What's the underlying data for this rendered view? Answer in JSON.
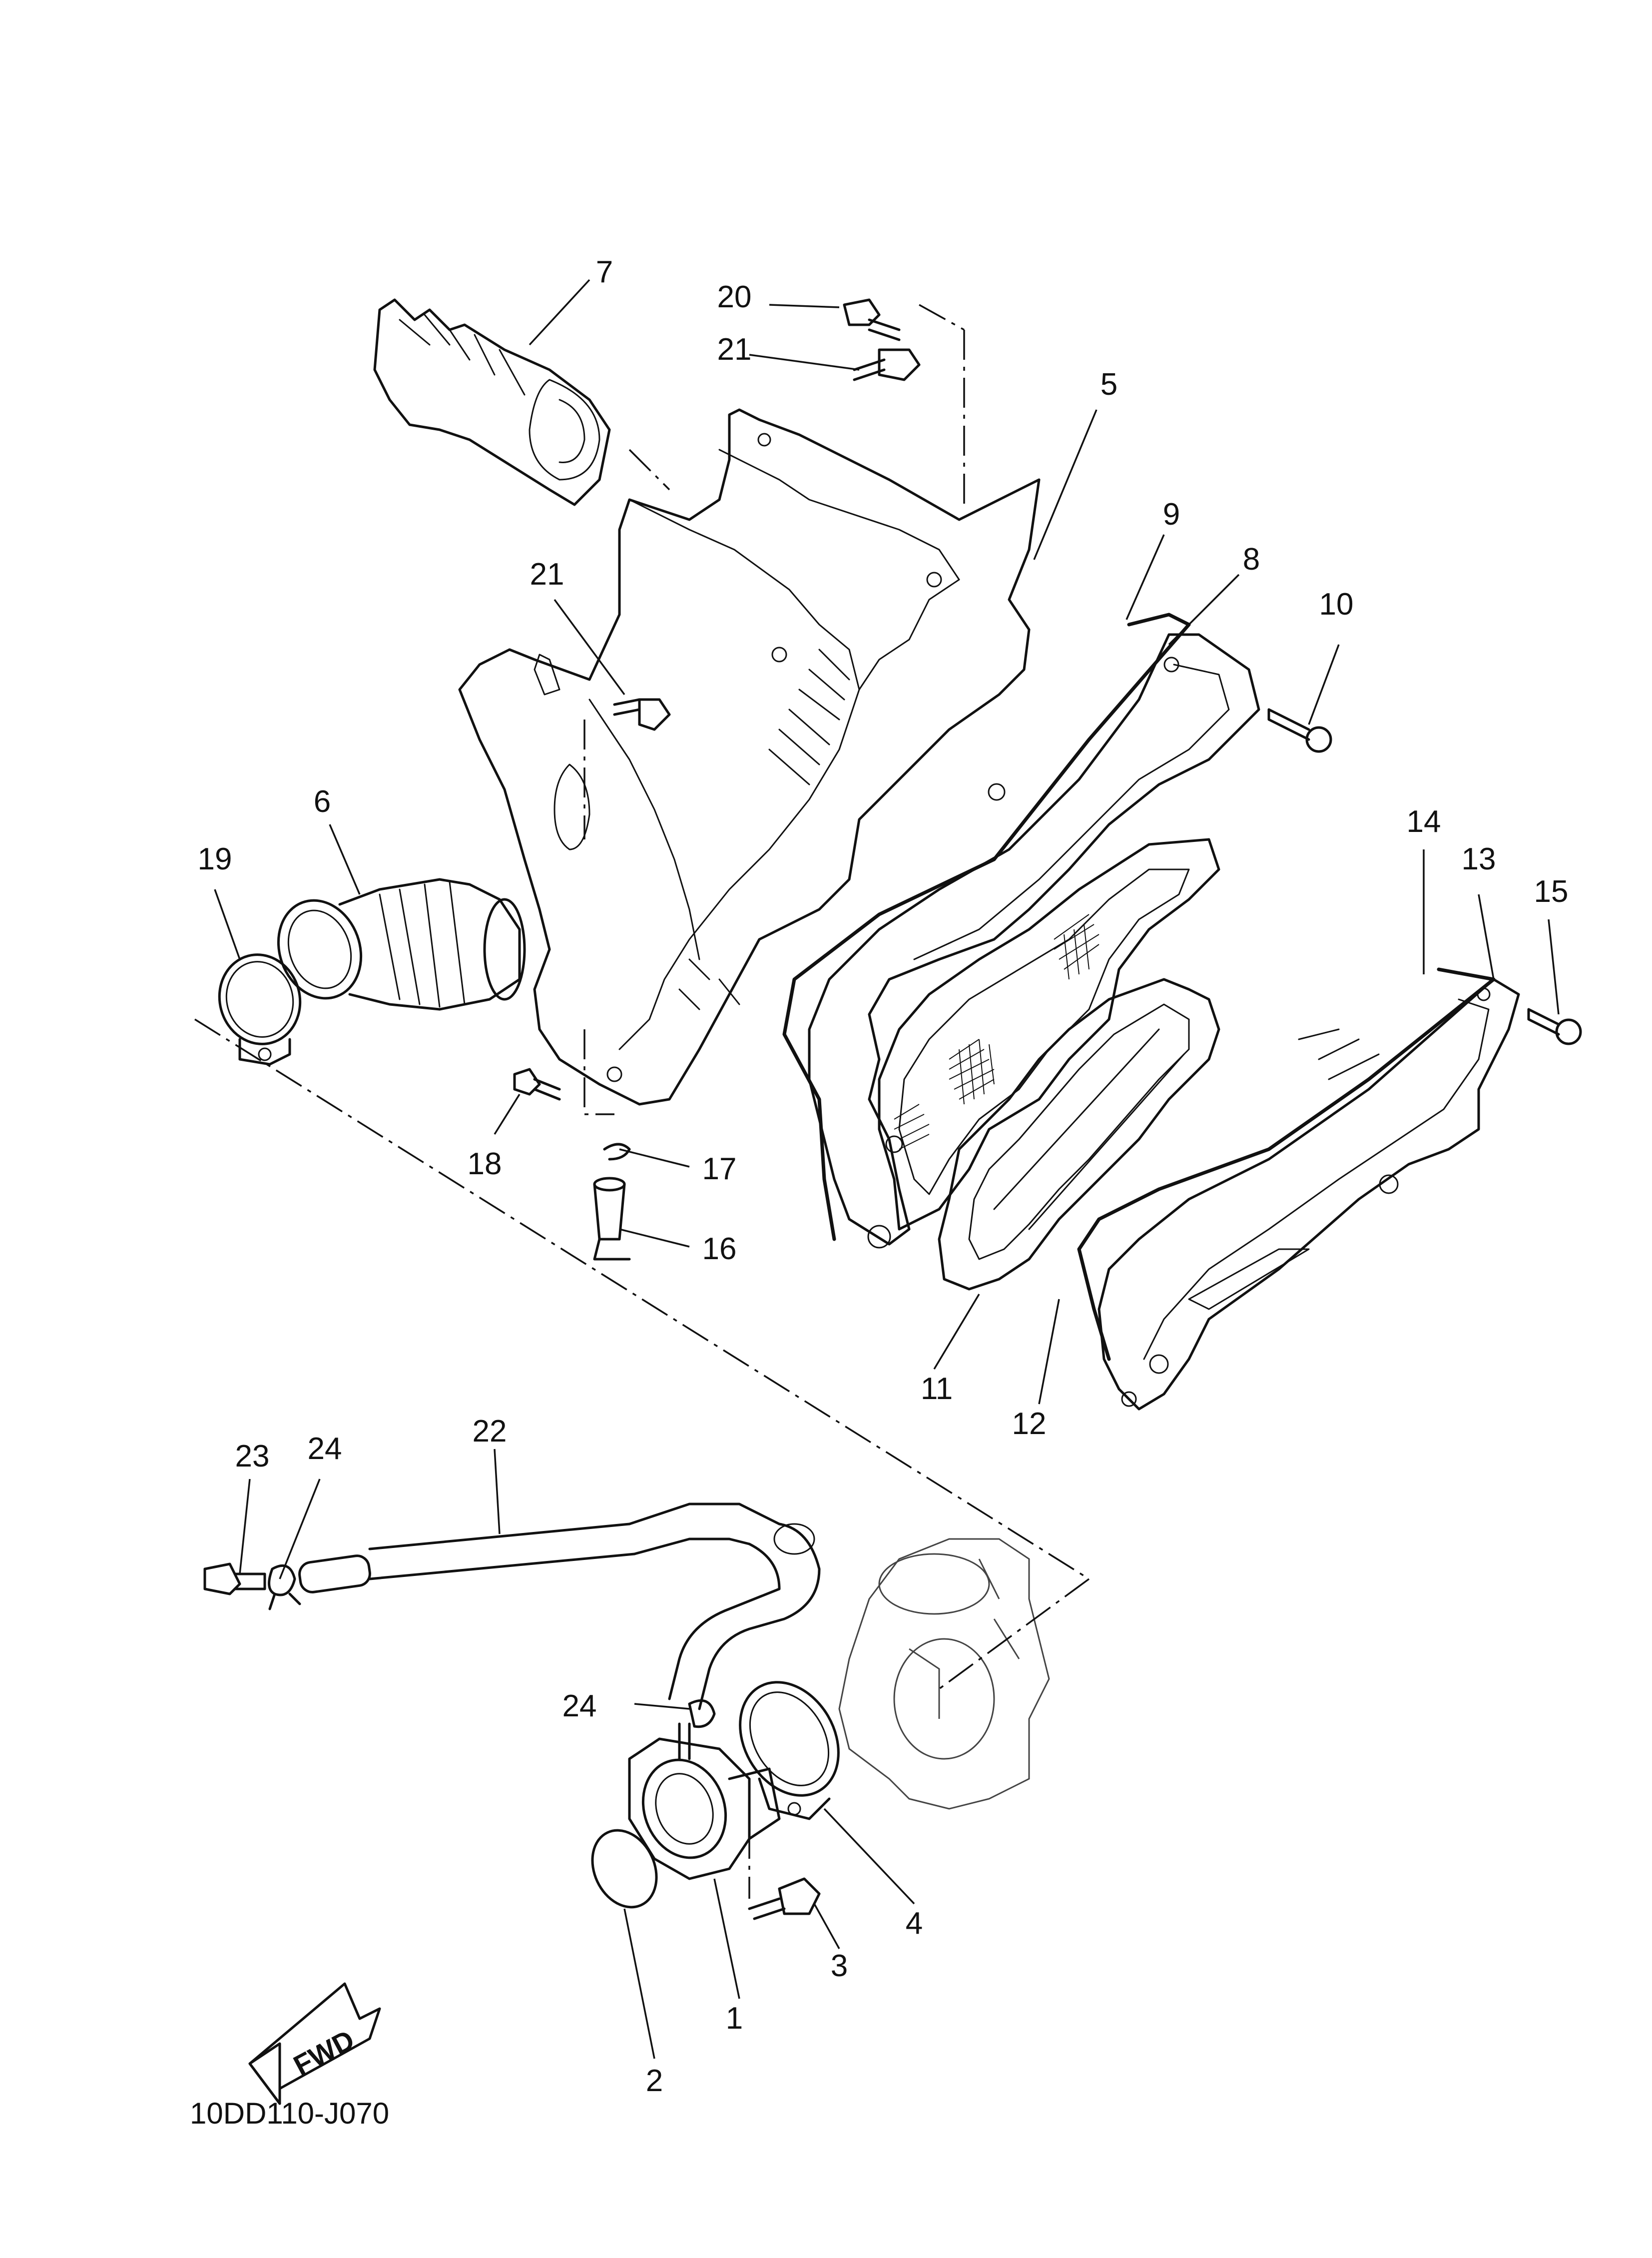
{
  "diagram_code": "10DD110-J070",
  "fwd_label": "FWD",
  "callouts": {
    "c1": "1",
    "c2": "2",
    "c3": "3",
    "c4": "4",
    "c5": "5",
    "c6": "6",
    "c7": "7",
    "c8": "8",
    "c9": "9",
    "c10": "10",
    "c11": "11",
    "c12": "12",
    "c13": "13",
    "c14": "14",
    "c15": "15",
    "c16": "16",
    "c17": "17",
    "c18": "18",
    "c19": "19",
    "c20": "20",
    "c21a": "21",
    "c21b": "21",
    "c22": "22",
    "c23": "23",
    "c24a": "24",
    "c24b": "24"
  }
}
